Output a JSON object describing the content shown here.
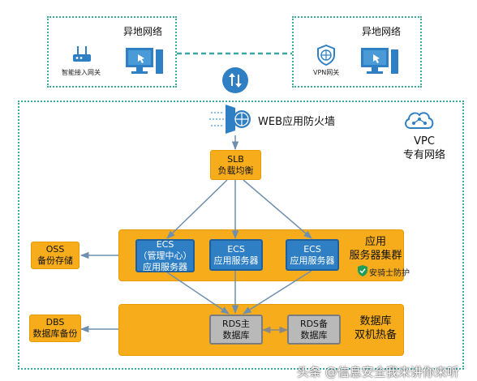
{
  "remote_left": {
    "title": "异地网络",
    "router_label": "智能接入网关"
  },
  "remote_right": {
    "title": "异地网络",
    "vpn_label": "VPN网关"
  },
  "waf": {
    "label": "WEB应用防火墙"
  },
  "vpc": {
    "line1": "VPC",
    "line2": "专有网络"
  },
  "slb": {
    "line1": "SLB",
    "line2": "负载均衡"
  },
  "oss": {
    "line1": "OSS",
    "line2": "备份存储"
  },
  "dbs": {
    "line1": "DBS",
    "line2": "数据库备份"
  },
  "app_cluster": {
    "line1": "应用",
    "line2": "服务器集群",
    "badge": "安骑士防护"
  },
  "ecs1": {
    "line1": "ECS",
    "line2": "（管理中心）",
    "line3": "应用服务器"
  },
  "ecs2": {
    "line1": "ECS",
    "line2": "应用服务器"
  },
  "ecs3": {
    "line1": "ECS",
    "line2": "应用服务器"
  },
  "db_cluster": {
    "line1": "数据库",
    "line2": "双机热备"
  },
  "rds_master": {
    "line1": "RDS主",
    "line2": "数据库"
  },
  "rds_backup": {
    "line1": "RDS备",
    "line2": "数据库"
  },
  "watermark": "头条 @信息安全我来讲你来听",
  "colors": {
    "orange": "#f7ad1b",
    "blue": "#2f7fc4",
    "gray": "#b9b9b9",
    "teal": "#3aa7a0",
    "line": "#6f8fae"
  }
}
